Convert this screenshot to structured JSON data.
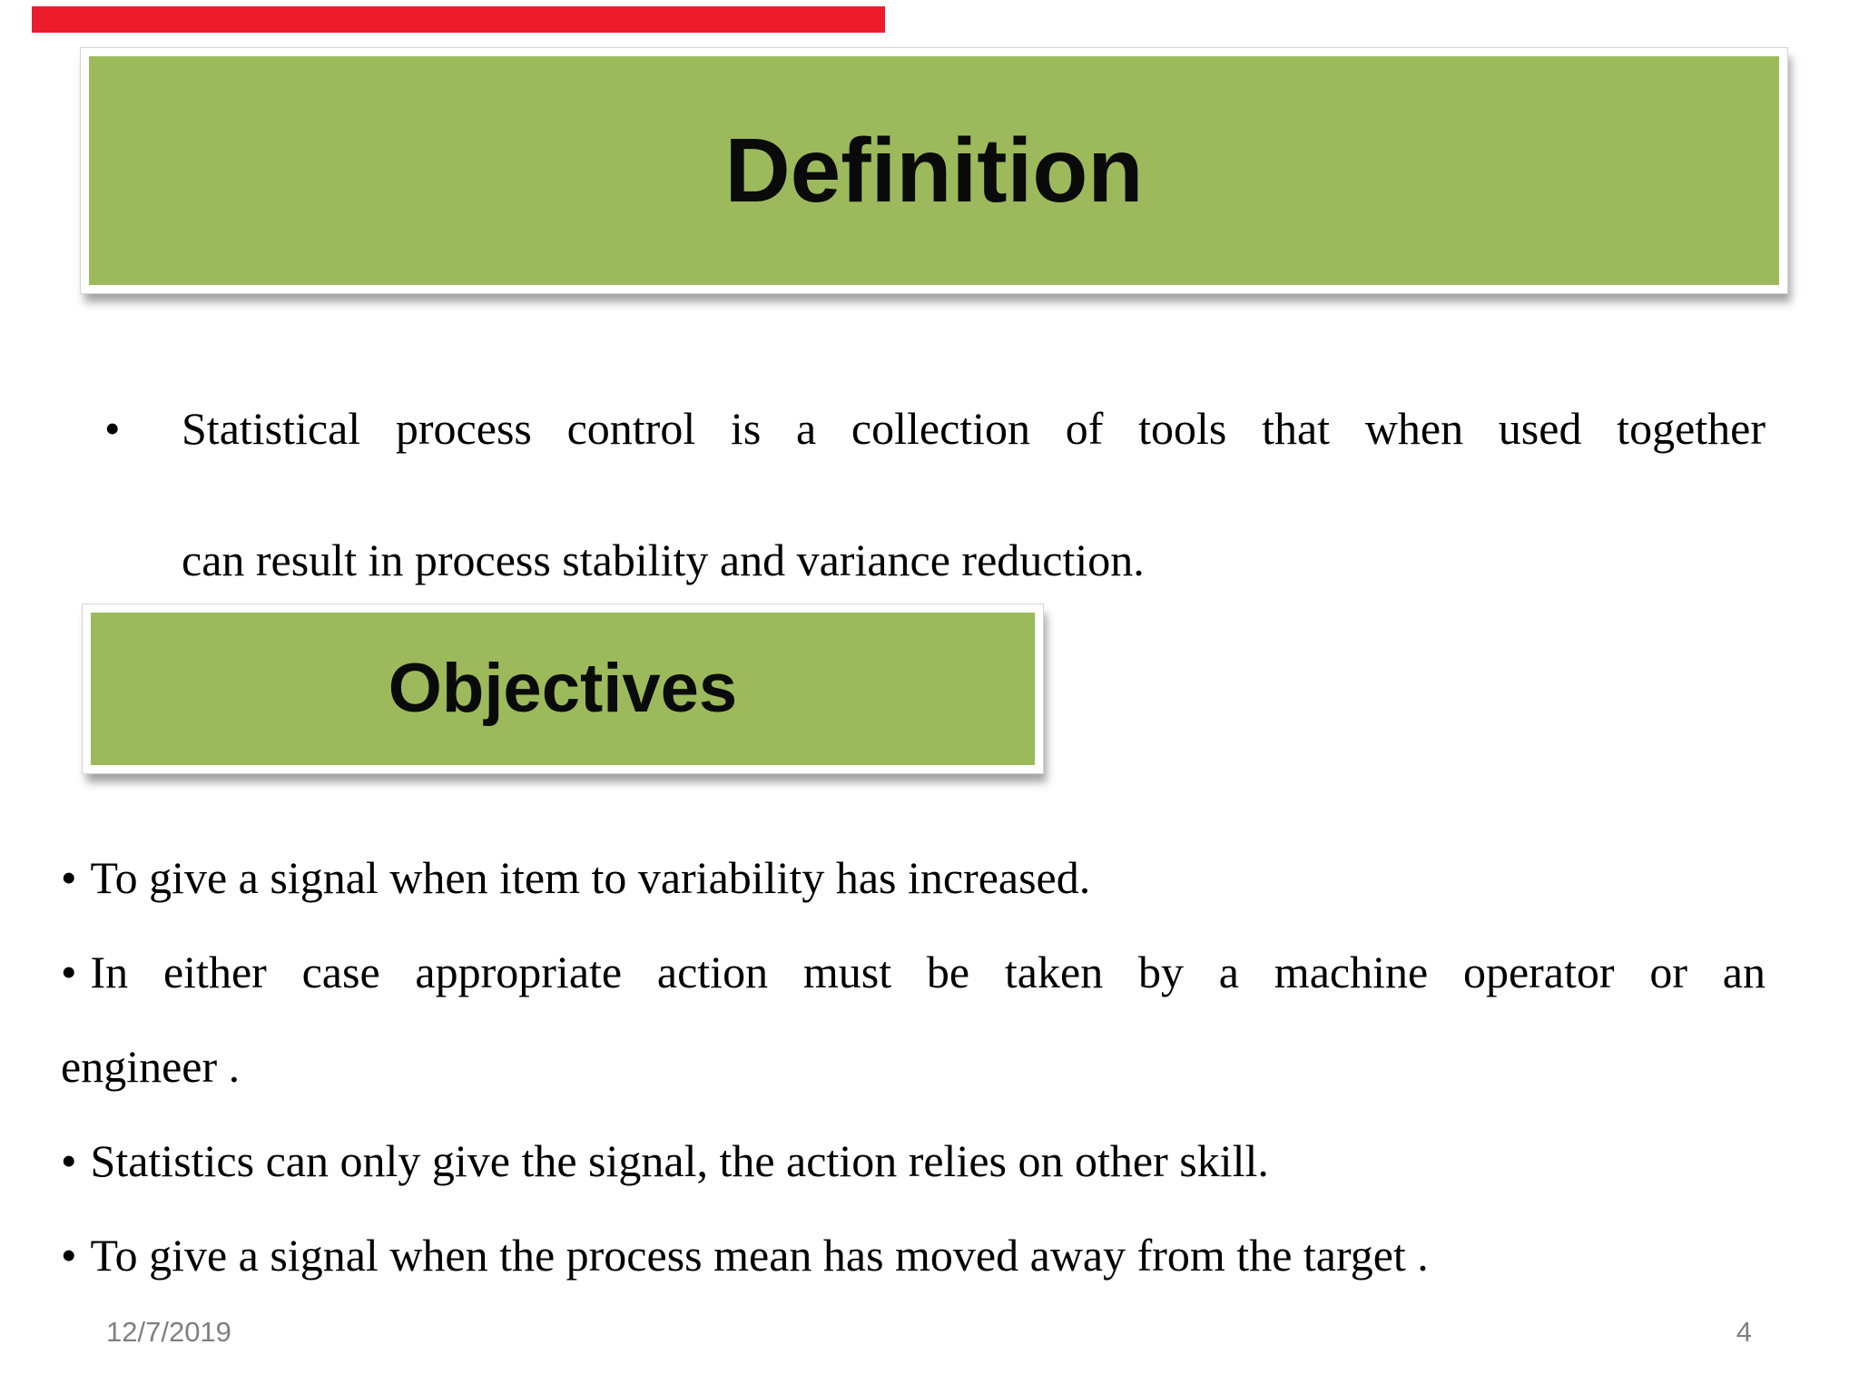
{
  "slide": {
    "top_bar_color": "#ec1c2d",
    "accent_green": "#9cba5b",
    "title_box": {
      "label": "Definition"
    },
    "definition_bullet": {
      "bullet": "•",
      "line1": "Statistical process control is a collection of tools that when used together",
      "line2": "can result in process stability and variance reduction."
    },
    "objectives_box": {
      "label": "Objectives"
    },
    "objectives_list": [
      {
        "bullet": "•",
        "text": "To give a signal when item to variability has increased."
      },
      {
        "bullet": "•",
        "text": "In either case appropriate action must be taken by a machine operator or an"
      },
      {
        "bullet": "",
        "text": "engineer ."
      },
      {
        "bullet": "•",
        "text": "Statistics can only give the signal, the action relies on other skill."
      },
      {
        "bullet": "•",
        "text": "To give a signal when the process mean has moved away from the target ."
      }
    ],
    "footer": {
      "date": "12/7/2019",
      "page_number": "4"
    }
  }
}
